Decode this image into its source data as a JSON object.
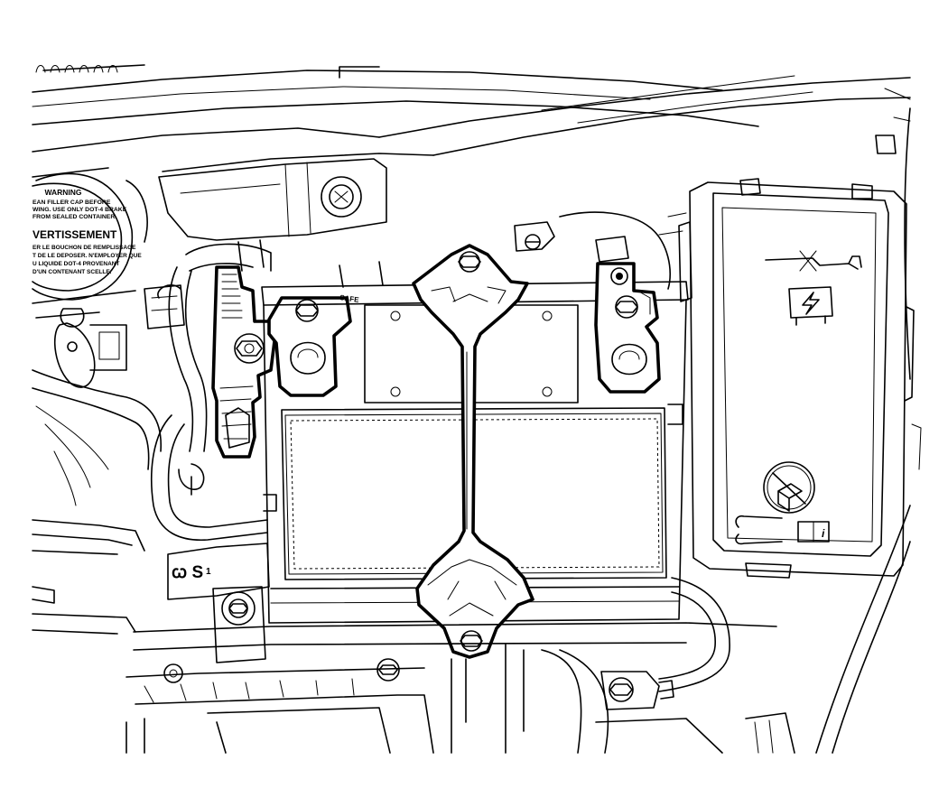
{
  "cap_warning": {
    "title": "WARNING",
    "lines": [
      "EAN FILLER CAP BEFORE",
      "WING. USE ONLY DOT-4 BRAKE",
      "FROM SEALED CONTAINER."
    ],
    "title_fr": "VERTISSEMENT",
    "lines_fr": [
      "ER LE BOUCHON DE REMPLISSAGE",
      "T DE LE DEPOSER. N'EMPLOYER QUE",
      "U LIQUIDE DOT-4 PROVENANT",
      "D'UN CONTENANT SCELLE."
    ]
  },
  "battery_small_label": "SAFE",
  "tray_mark": "ꞷ S",
  "tray_mark_small": "1"
}
